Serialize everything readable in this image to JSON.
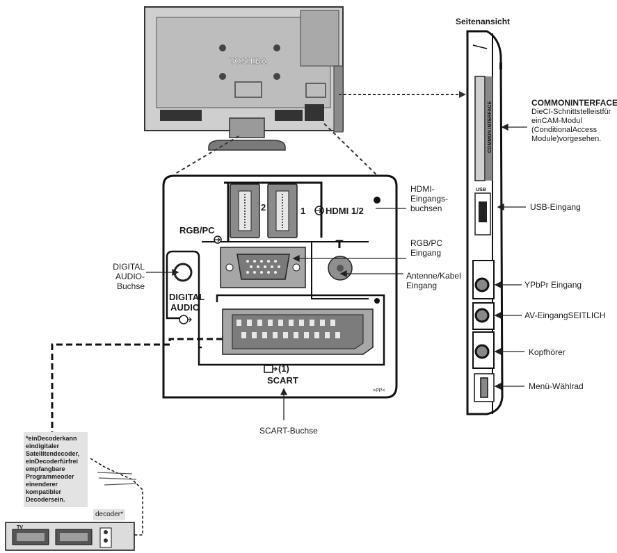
{
  "tv": {
    "brand": "TOSHIBA"
  },
  "side_view": {
    "title": "Seitenansicht",
    "common_interface_slot_label": "COMMON INTERFACE",
    "usb_slot_label": "USB"
  },
  "panel": {
    "hdmi_2": "2",
    "hdmi_1": "1",
    "hdmi_label": "HDMI 1/2",
    "rgb_pc_label": "RGB/PC",
    "digital_audio_label": "DIGITAL\nAUDIO",
    "scart_number": "(1)",
    "scart_label": "SCART",
    "corner_code": ">PP<"
  },
  "callouts": {
    "hdmi": "HDMI-\nEingangs-\nbuchsen",
    "rgb_pc": "RGB/PC\nEingang",
    "antenna": "Antenne/Kabel\nEingang",
    "digital_audio": "DIGITAL\nAUDIO-Buchse",
    "scart": "SCART-Buchse",
    "common_interface_title": "COMMONINTERFACE",
    "common_interface_text": "DieCI-Schnittstelleistfür\neinCAM-Modul\n(ConditionalAccess\nModule)vorgesehen.",
    "usb": "USB-Eingang",
    "ypbpr": "YPbPr Eingang",
    "av_side": "AV-EingangSEITLICH",
    "headphones": "Kopfhörer",
    "menu_dial": "Menü-Wählrad"
  },
  "decoder": {
    "note": "*einDecoderkann\neindigitaler\nSatellitendecoder,\neinDecoderfürfrei\nempfangbare\nProgrammeoder\neinenderer\nkompatibler\nDecodersein.",
    "device_label": "decoder*",
    "tv_label": "TV"
  }
}
